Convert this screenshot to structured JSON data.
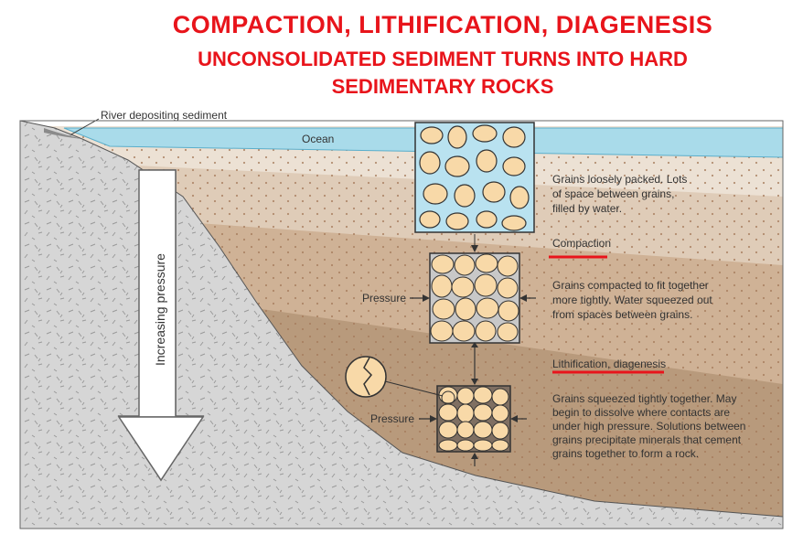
{
  "title": {
    "line1": "COMPACTION,  LITHIFICATION,  DIAGENESIS",
    "line2": "UNCONSOLIDATED SEDIMENT TURNS INTO HARD",
    "line3": "SEDIMENTARY ROCKS"
  },
  "labels": {
    "river": "River depositing sediment",
    "ocean": "Ocean",
    "increasing_pressure": "Increasing pressure",
    "pressure_1": "Pressure",
    "pressure_2": "Pressure"
  },
  "stages": [
    {
      "heading": "",
      "lines": [
        "Grains loosely packed. Lots",
        "of space between grains,",
        "filled by water."
      ]
    },
    {
      "heading": "Compaction",
      "lines": [
        "Grains compacted to fit together",
        "more tightly. Water squeezed out",
        "from spaces between grains."
      ]
    },
    {
      "heading": "Lithification, diagenesis",
      "lines": [
        "Grains squeezed tightly together. May",
        "begin to dissolve where contacts are",
        "under high pressure. Solutions between",
        "grains precipitate minerals that cement",
        "grains together to form a rock."
      ]
    }
  ],
  "colors": {
    "title": "#e8141b",
    "ocean": "#a9dbea",
    "rock": "#d4d4d4",
    "grain": "#f8d9a8",
    "underline": "#e8141b"
  }
}
